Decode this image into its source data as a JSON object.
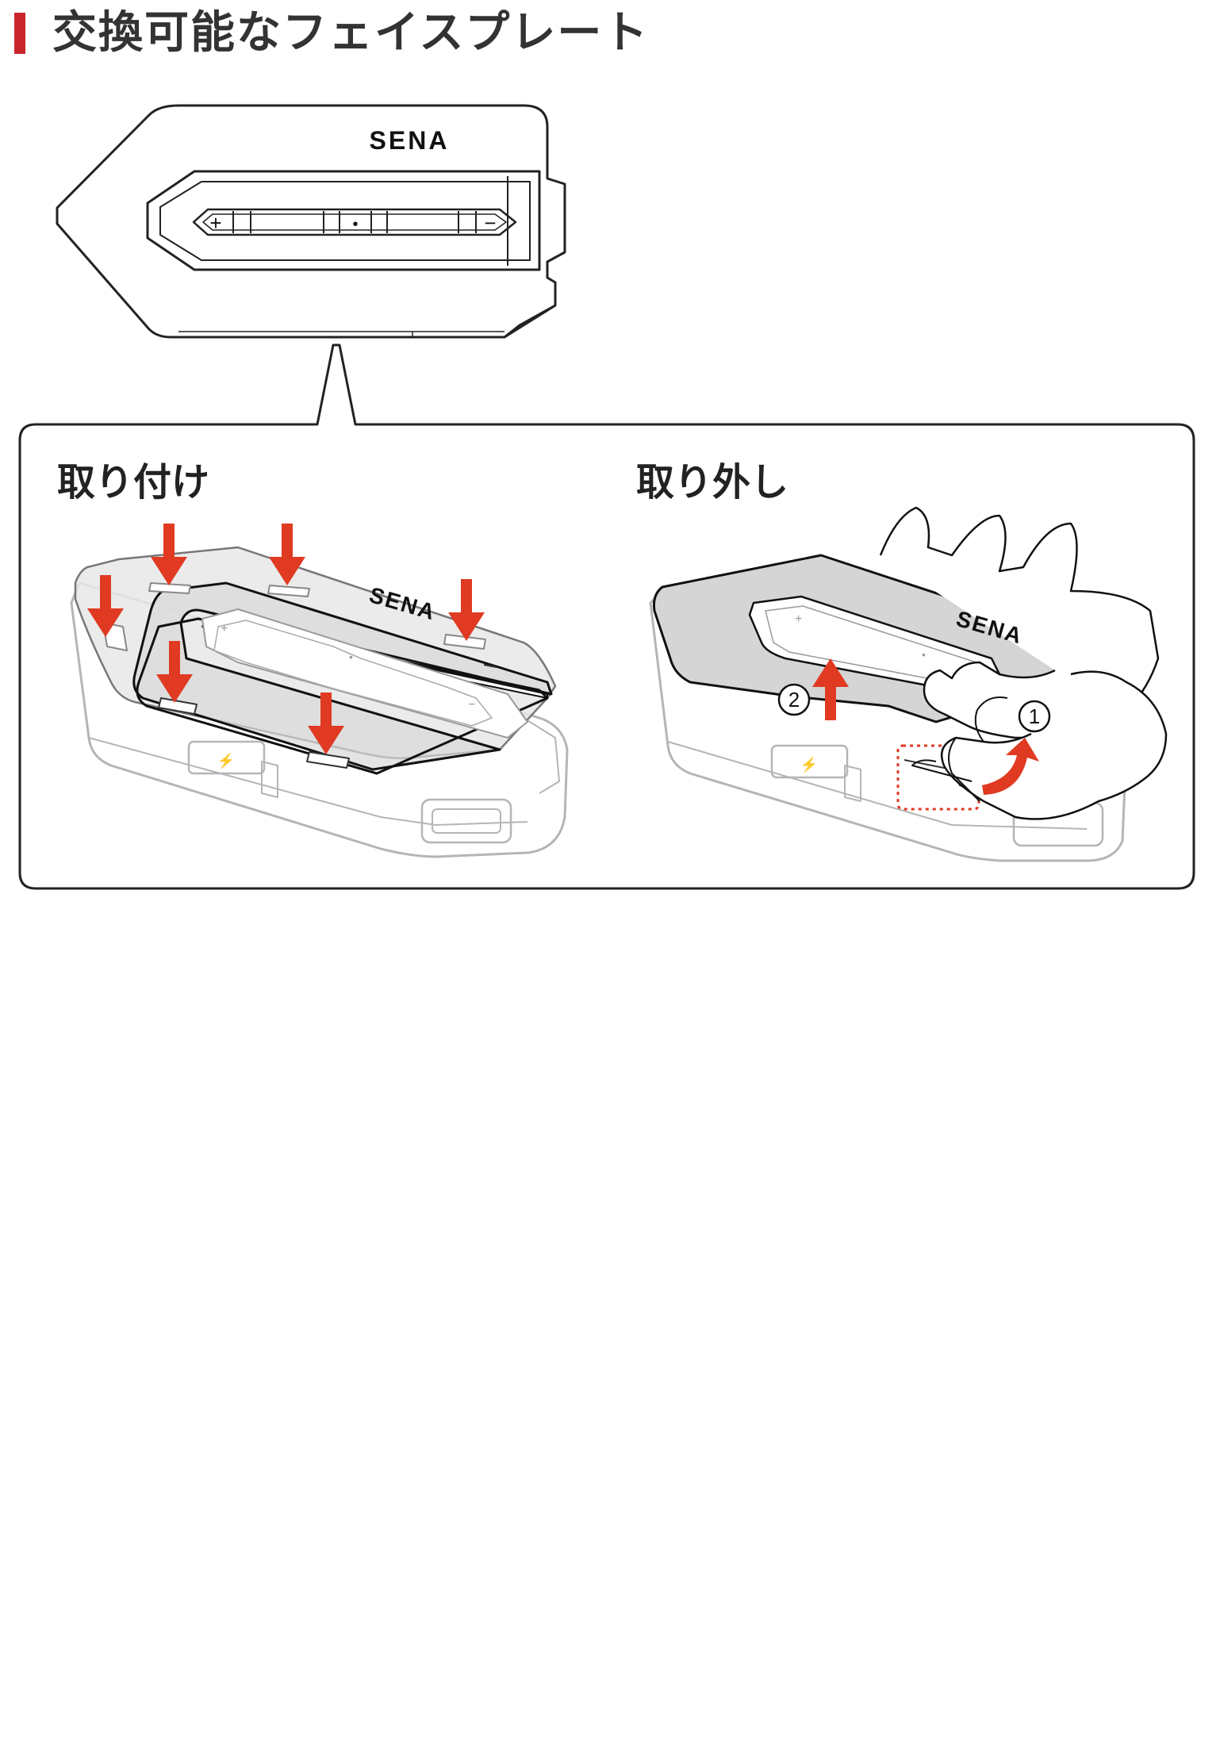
{
  "page": {
    "title": "交換可能なフェイスプレート",
    "accent_color": "#c8262c",
    "arrow_color": "#e03a22"
  },
  "device": {
    "brand": "SENA",
    "plus_symbol": "+",
    "center_symbol": "•",
    "minus_symbol": "−"
  },
  "attach_panel": {
    "label": "取り付け",
    "brand": "SENA"
  },
  "remove_panel": {
    "label": "取り外し",
    "brand": "SENA",
    "step_1": "1",
    "step_2": "2"
  }
}
